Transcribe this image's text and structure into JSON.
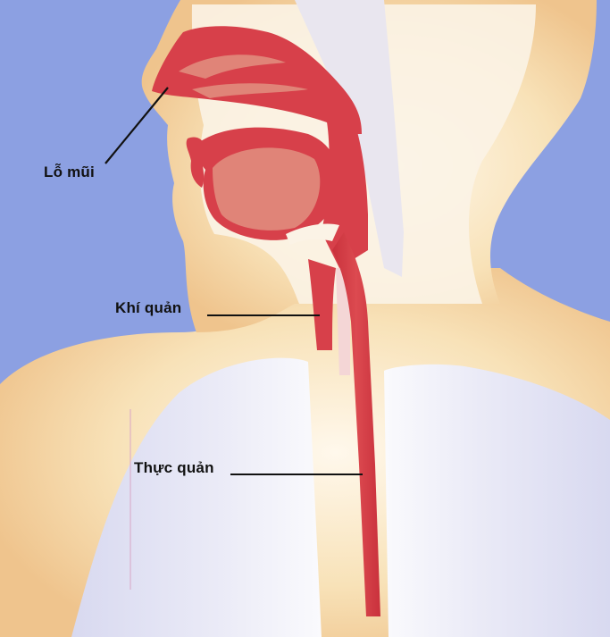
{
  "diagram": {
    "labels": {
      "nostril": "Lỗ mũi",
      "trachea": "Khí quản",
      "esophagus": "Thực quản"
    },
    "colors": {
      "background": "#8ca0e2",
      "skin": "#f6d9a4",
      "skin_edge": "#eec08a",
      "tissue_light": "#fbf1e2",
      "cavity_red": "#d7404a",
      "cavity_pink": "#e08478",
      "lung": "#e3e3f4",
      "leader_line": "#111111"
    }
  }
}
